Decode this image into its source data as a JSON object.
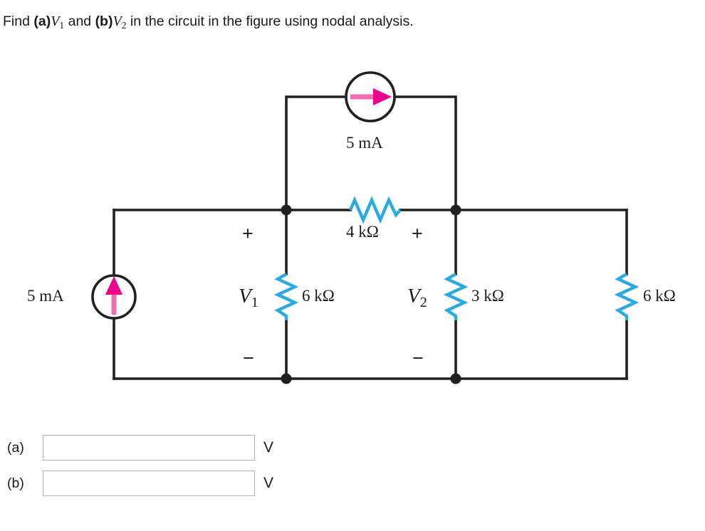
{
  "question": {
    "lead": "Find",
    "part_a_tag": "(a)",
    "var1": "V",
    "var1_sub": "1",
    "conjunction": "and",
    "part_b_tag": "(b)",
    "var2": "V",
    "var2_sub": "2",
    "tail": "in the circuit in the figure using nodal analysis."
  },
  "circuit": {
    "source_top": {
      "label": "5 mA",
      "symbol": "current-source-arrow-right",
      "arrow_color": "#EC008C"
    },
    "source_left": {
      "label": "5 mA",
      "symbol": "current-source-arrow-up",
      "arrow_color": "#EC008C"
    },
    "resistor_series": {
      "label": "4 kΩ",
      "color": "#29ABE2"
    },
    "resistor_v1": {
      "label": "6 kΩ",
      "color": "#29ABE2"
    },
    "resistor_v2": {
      "label": "3 kΩ",
      "color": "#29ABE2"
    },
    "resistor_right": {
      "label": "6 kΩ",
      "color": "#29ABE2"
    },
    "node_v1": {
      "name": "V",
      "sub": "1",
      "plus": "+",
      "minus": "−"
    },
    "node_v2": {
      "name": "V",
      "sub": "2",
      "plus": "+",
      "minus": "−"
    },
    "wire_color": "#231f20"
  },
  "answers": [
    {
      "tag": "(a)",
      "value": "",
      "placeholder": "",
      "unit": "V"
    },
    {
      "tag": "(b)",
      "value": "",
      "placeholder": "",
      "unit": "V"
    }
  ]
}
